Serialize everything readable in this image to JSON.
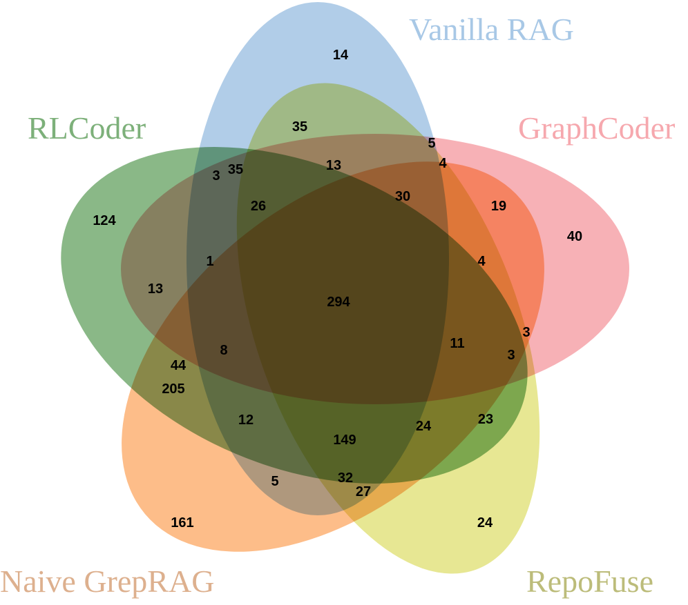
{
  "diagram": {
    "type": "venn",
    "sets": [
      {
        "name": "Vanilla RAG",
        "color": "#a8c8e6"
      },
      {
        "name": "GraphCoder",
        "color": "#f6a8ae"
      },
      {
        "name": "RLCoder",
        "color": "#7db07a"
      },
      {
        "name": "RepoFuse",
        "color": "#e4e487"
      },
      {
        "name": "Naive GrepRAG",
        "color": "#fdb67c"
      }
    ],
    "regions": [
      {
        "id": "vanilla-only",
        "value": "14"
      },
      {
        "id": "vanilla-repofuse",
        "value": "35"
      },
      {
        "id": "vanilla-graphcoder",
        "value": "5"
      },
      {
        "id": "vanilla-graphcoder-repofuse",
        "value": "4"
      },
      {
        "id": "vanilla-repofuse-graphcoder-naive",
        "value": "13"
      },
      {
        "id": "vanilla-rlcoder",
        "value": "3"
      },
      {
        "id": "vanilla-rlcoder-repofuse",
        "value": "35"
      },
      {
        "id": "vanilla-rlcoder-repofuse-naive",
        "value": "26"
      },
      {
        "id": "vanilla-graph-repofuse-naive-b",
        "value": "30"
      },
      {
        "id": "graphcoder-naive",
        "value": "19"
      },
      {
        "id": "graphcoder-only",
        "value": "40"
      },
      {
        "id": "rlcoder-only",
        "value": "124"
      },
      {
        "id": "vanilla-rlcoder-naive",
        "value": "1"
      },
      {
        "id": "rlcoder-naive",
        "value": "13"
      },
      {
        "id": "graph-naive-rlcoder",
        "value": "4"
      },
      {
        "id": "all-five",
        "value": "294"
      },
      {
        "id": "graph-repofuse-rlcoder-naive",
        "value": "11"
      },
      {
        "id": "graph-repofuse",
        "value": "3"
      },
      {
        "id": "graph-repofuse-rlcoder",
        "value": "3"
      },
      {
        "id": "vanilla-rlcoder-naive-graph",
        "value": "8"
      },
      {
        "id": "rlcoder-naive-vanilla-b",
        "value": "44"
      },
      {
        "id": "rlcoder-naive-b",
        "value": "205"
      },
      {
        "id": "rlcoder-naive-vanilla-c",
        "value": "12"
      },
      {
        "id": "rlcoder-repofuse-naive",
        "value": "149"
      },
      {
        "id": "repofuse-rlcoder-naive",
        "value": "24"
      },
      {
        "id": "repofuse-rlcoder",
        "value": "23"
      },
      {
        "id": "vanilla-naive",
        "value": "5"
      },
      {
        "id": "vanilla-repofuse-naive",
        "value": "32"
      },
      {
        "id": "repofuse-naive",
        "value": "27"
      },
      {
        "id": "naive-only",
        "value": "161"
      },
      {
        "id": "repofuse-only",
        "value": "24"
      }
    ]
  }
}
